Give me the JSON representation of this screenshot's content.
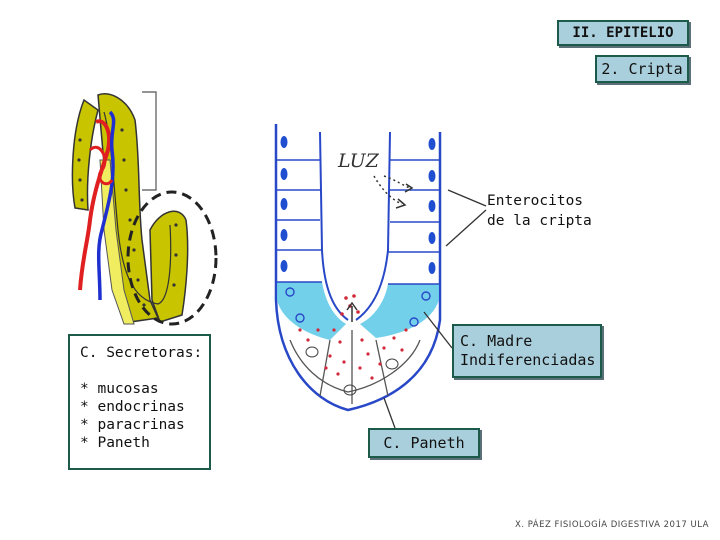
{
  "header": {
    "section": "II. EPITELIO",
    "subsection": "2. Cripta"
  },
  "labels": {
    "luz": "LUZ",
    "enterocitos": [
      "Enterocitos",
      "de la cripta"
    ],
    "madre": [
      "C. Madre",
      "Indiferenciadas"
    ],
    "paneth": "C. Paneth"
  },
  "secretoras": {
    "title": "C. Secretoras:",
    "items": [
      "* mucosas",
      "* endocrinas",
      "* paracrinas",
      "* Paneth"
    ]
  },
  "footer": "X. PÁEZ  FISIOLOGÍA DIGESTIVA 2017  ULA",
  "colors": {
    "box_fill": "#aacfdc",
    "box_border": "#1c5a4a",
    "crypt_cells": "#1f4fd0",
    "stem_zone": "#5bc8e8",
    "paneth_dots": "#d1283a",
    "villus_cells": "#c8c400",
    "artery": "#e02020",
    "vein": "#2030d0",
    "lacteal": "#f0ee60"
  }
}
